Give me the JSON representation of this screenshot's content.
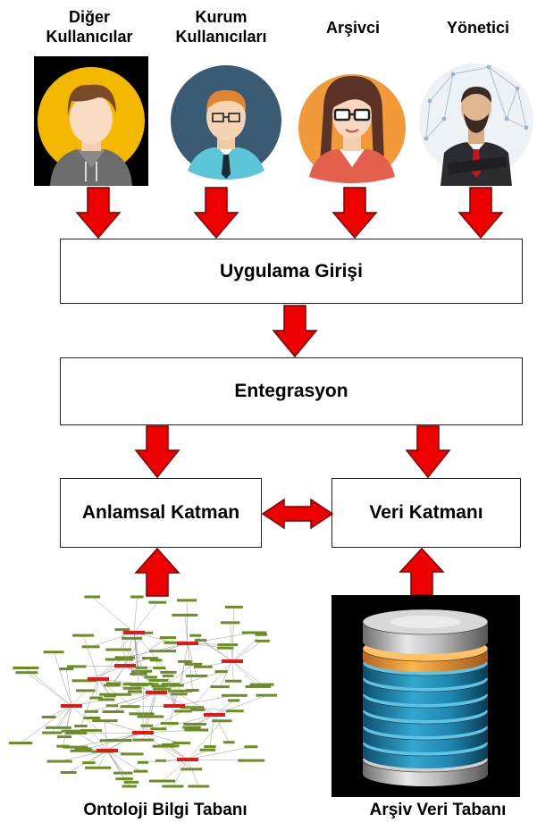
{
  "actors": [
    {
      "label": "Diğer\nKullanıcılar",
      "icon": "other-users-avatar-icon"
    },
    {
      "label": "Kurum\nKullanıcıları",
      "icon": "institution-user-avatar-icon"
    },
    {
      "label": "Arşivci",
      "icon": "archivist-avatar-icon"
    },
    {
      "label": "Yönetici",
      "icon": "manager-avatar-icon"
    }
  ],
  "boxes": {
    "app_entry": "Uygulama Girişi",
    "integration": "Entegrasyon",
    "semantic_layer": "Anlamsal Katman",
    "data_layer": "Veri Katmanı"
  },
  "sources": {
    "ontology": "Ontoloji Bilgi Tabanı",
    "archive_db": "Arşiv Veri Tabanı"
  },
  "colors": {
    "arrow_fill": "#ee0000",
    "arrow_stroke": "#7a0000",
    "ontology_node_green": "#6b8e23",
    "ontology_node_red": "#e01818"
  }
}
